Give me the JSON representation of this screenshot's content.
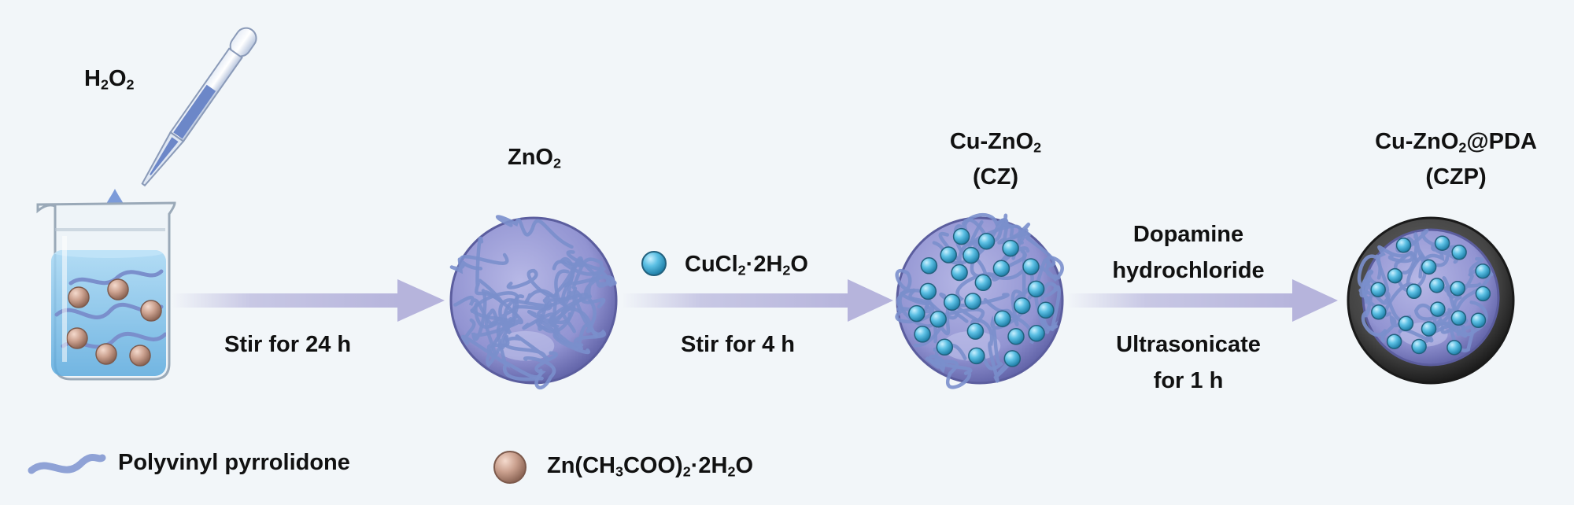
{
  "labels": {
    "h2o2": {
      "pre": "H",
      "s1": "2",
      "mid": "O",
      "s2": "2"
    },
    "zno2": {
      "pre": "ZnO",
      "s1": "2"
    },
    "cu_zno2": {
      "pre": "Cu-ZnO",
      "s1": "2",
      "line2": "(CZ)"
    },
    "czp": {
      "pre": "Cu-ZnO",
      "s1": "2",
      "post": "@PDA",
      "line2": "(CZP)"
    }
  },
  "steps": [
    {
      "above": "",
      "above_line2": "",
      "below": "Stir for 24 h",
      "below_line2": ""
    },
    {
      "above": "",
      "above_line2": "",
      "below": "Stir for 4 h",
      "below_line2": ""
    },
    {
      "above": "Dopamine",
      "above_line2": "hydrochloride",
      "below": "Ultrasonicate",
      "below_line2": "for 1 h"
    }
  ],
  "reagent": {
    "pre": "CuCl",
    "s1": "2",
    "mid": "·2H",
    "s2": "2",
    "post": "O"
  },
  "legend": {
    "pvp": "Polyvinyl pyrrolidone",
    "zinc": {
      "pre": "Zn(CH",
      "s1": "3",
      "mid": "COO)",
      "s2": "2",
      "mid2": "·2H",
      "s3": "2",
      "post": "O"
    }
  },
  "colors": {
    "background": "#f2f6f9",
    "arrow": "#b6b4dc",
    "sphere": "#8d8fcf",
    "pvp_strand": "#7a8fcc",
    "cu_particle": "#4fb3d9",
    "zn_particle": "#c9a08e",
    "pda_shell": "#2f2f2f",
    "liquid": "#8fc8ec"
  },
  "icons": [
    "beaker-icon",
    "pipette-icon",
    "droplet-icon",
    "cu-particle-icon",
    "zn-particle-icon",
    "pvp-strand-icon"
  ]
}
